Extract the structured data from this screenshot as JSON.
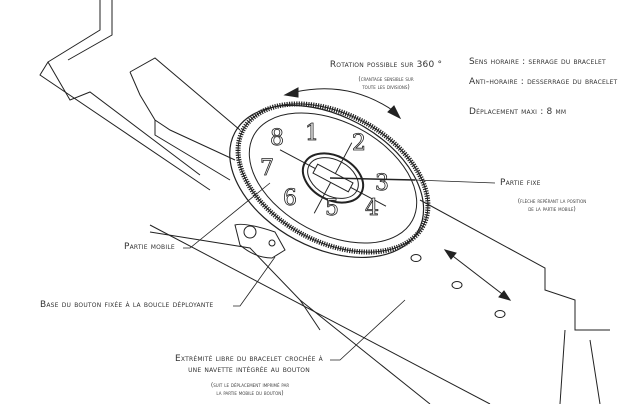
{
  "labels": {
    "rotation": "Rotation possible sur 360 °",
    "rotation_note_1": "(crantage sensible sur",
    "rotation_note_2": "toute les divisions)",
    "clockwise": "Sens horaire : serrage du bracelet",
    "counterclockwise": "Anti-horaire : desserrage du bracelet",
    "max_travel": "Déplacement maxi : 8 mm",
    "fixed_part": "Partie fixe",
    "fixed_part_note_1": "(flèche repérant la position",
    "fixed_part_note_2": "de la partie mobile)",
    "mobile_part": "Partie mobile",
    "button_base": "Base du bouton fixée à la boucle déployante",
    "strap_end_1": "Extrémité libre du bracelet crochée à",
    "strap_end_2": "une navette intégrée au bouton",
    "strap_end_note_1": "(suit le déplacement imprimé par",
    "strap_end_note_2": "la partie mobile du bouton)"
  },
  "dial": {
    "numerals": [
      "1",
      "2",
      "3",
      "4",
      "5",
      "6",
      "7",
      "8"
    ]
  }
}
